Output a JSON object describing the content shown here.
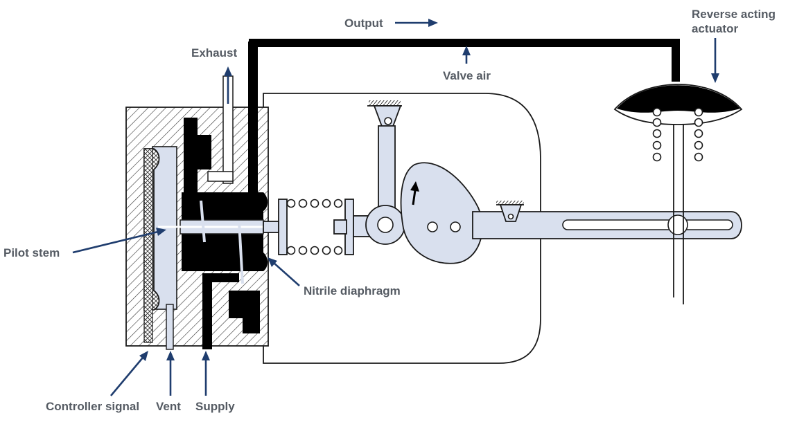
{
  "labels": {
    "output": "Output",
    "reverse_acting_actuator_line1": "Reverse acting",
    "reverse_acting_actuator_line2": "actuator",
    "exhaust": "Exhaust",
    "valve_air": "Valve air",
    "pilot_stem": "Pilot stem",
    "nitrile_diaphragm": "Nitrile diaphragm",
    "controller_signal": "Controller signal",
    "vent": "Vent",
    "supply": "Supply"
  },
  "colors": {
    "label_text": "#555b63",
    "arrow": "#1f3d6e",
    "part_fill": "#d9e0ee",
    "black": "#000000"
  }
}
